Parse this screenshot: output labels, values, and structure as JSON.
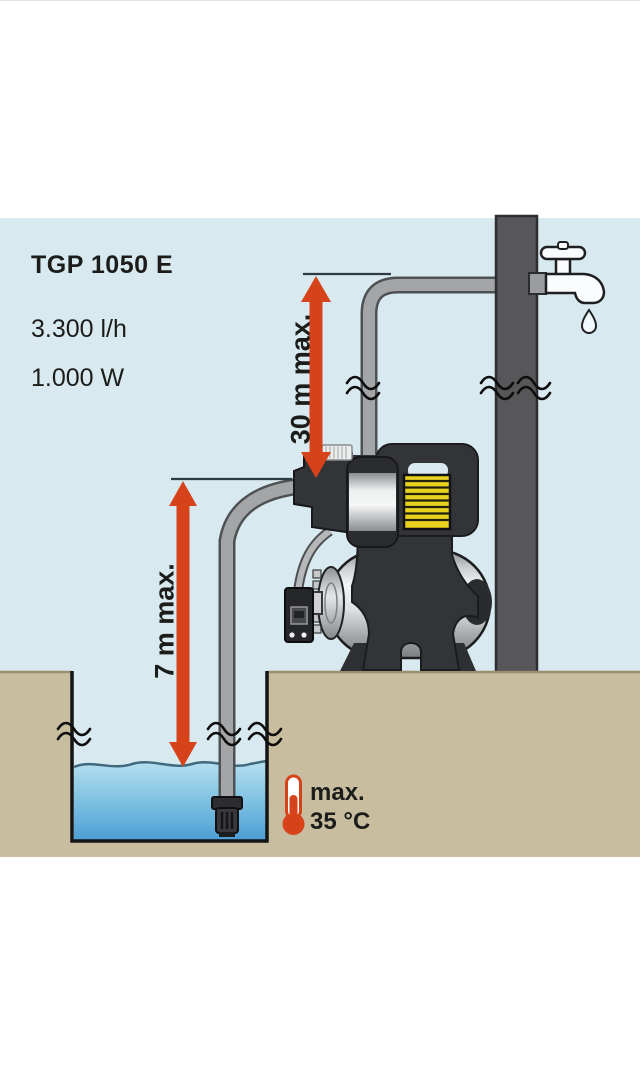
{
  "figure": {
    "model": "TGP 1050 E",
    "flow_rate": "3.300 l/h",
    "power": "1.000 W",
    "delivery_head_annotation": "30 m max.",
    "suction_height_annotation": "7 m max.",
    "temperature_label": "max.",
    "temperature_value": "35 °C"
  },
  "colors": {
    "sky": "#d8e9f0",
    "ground": "#c9bda0",
    "arrow_red": "#d6431b",
    "pipe_gray": "#a3a5a7",
    "pipe_outline": "#4e5154",
    "column_gray": "#57575a",
    "pump_dark": "#333437",
    "pump_yellow": "#e9d21d",
    "water_deep": "#4d9ed5"
  }
}
